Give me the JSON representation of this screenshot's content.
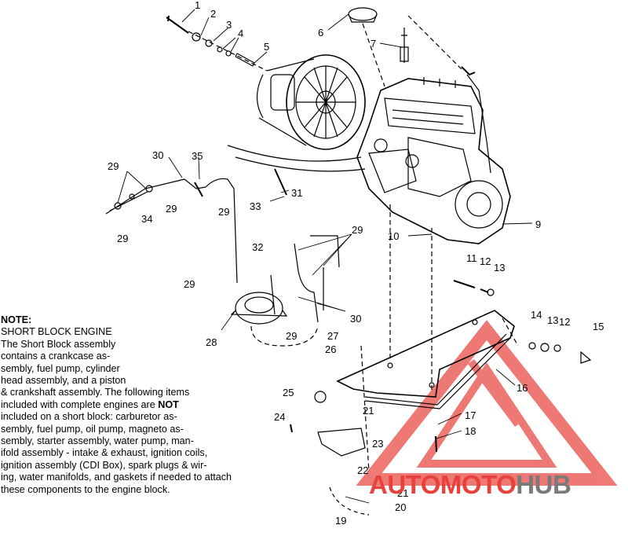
{
  "note": {
    "title": "NOTE:",
    "heading": "SHORT BLOCK ENGINE",
    "lines": [
      "The Short Block assembly",
      "contains a crankcase as-",
      "sembly, fuel pump, cylinder",
      "head assembly, and a piston",
      "& crankshaft assembly.  The following items",
      "included with complete engines are"
    ],
    "emphasis": "NOT",
    "lines_after": [
      "included on a short block:  carburetor as-",
      "sembly, fuel pump, oil pump, magneto as-",
      "sembly, starter assembly, water pump, man-",
      "ifold assembly - intake & exhaust, ignition coils,",
      "ignition assembly (CDI Box), spark plugs & wir-",
      "ing, water manifolds, and gaskets if needed to attach",
      "these components to the engine block."
    ]
  },
  "callouts": {
    "c1": "1",
    "c2": "2",
    "c3": "3",
    "c4": "4",
    "c5": "5",
    "c6": "6",
    "c7": "7",
    "c9": "9",
    "c10": "10",
    "c11": "11",
    "c12a": "12",
    "c12b": "12",
    "c13a": "13",
    "c13b": "13",
    "c14": "14",
    "c15": "15",
    "c16": "16",
    "c17": "17",
    "c18": "18",
    "c19": "19",
    "c20": "20",
    "c21a": "21",
    "c21b": "21",
    "c22": "22",
    "c23": "23",
    "c24": "24",
    "c25": "25",
    "c26": "26",
    "c27": "27",
    "c28": "28",
    "c29a": "29",
    "c29b": "29",
    "c29c": "29",
    "c29d": "29",
    "c29e": "29",
    "c29f": "29",
    "c29g": "29",
    "c30a": "30",
    "c30b": "30",
    "c31": "31",
    "c32": "32",
    "c33": "33",
    "c34": "34",
    "c35": "35"
  },
  "watermark": {
    "part1": "AUTO",
    "part2": "MOTO",
    "part3": "HUB",
    "colors": {
      "red": "#e8403a",
      "grey": "#7a7a7a"
    }
  }
}
